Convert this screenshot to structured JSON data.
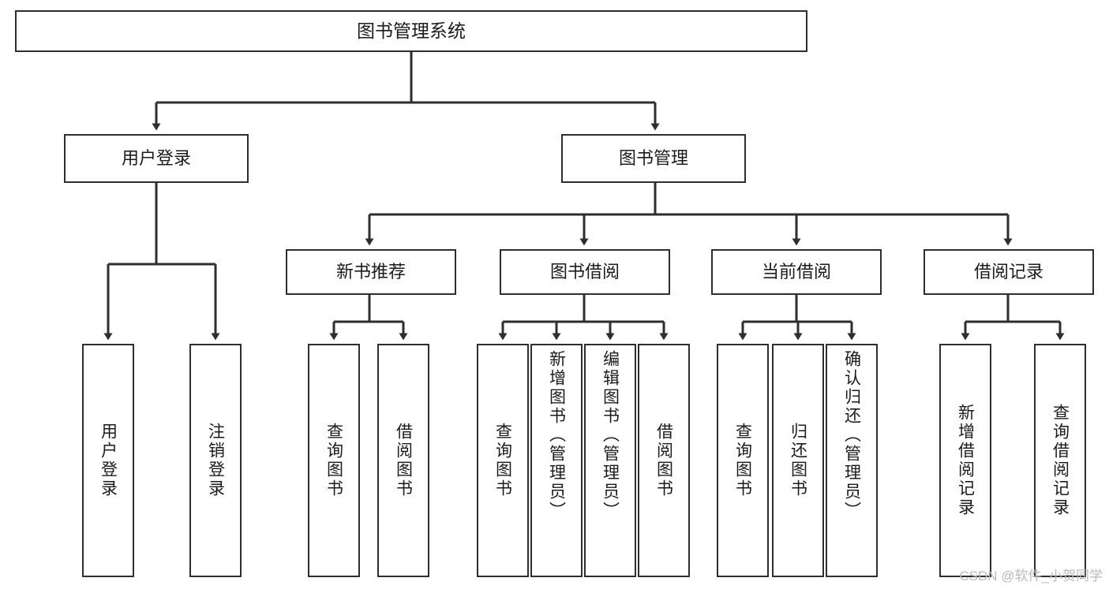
{
  "diagram": {
    "title": "图书管理系统",
    "type": "功能结构图",
    "root": {
      "label": "图书管理系统"
    },
    "level2": [
      {
        "label": "用户登录"
      },
      {
        "label": "图书管理"
      }
    ],
    "level3": [
      {
        "label": "新书推荐"
      },
      {
        "label": "图书借阅"
      },
      {
        "label": "当前借阅"
      },
      {
        "label": "借阅记录"
      }
    ],
    "leaves": {
      "user_login": [
        {
          "label": "用户登录"
        },
        {
          "label": "注销登录"
        }
      ],
      "new_book_recommend": [
        {
          "label": "查询图书"
        },
        {
          "label": "借阅图书"
        }
      ],
      "book_borrow": [
        {
          "label": "查询图书"
        },
        {
          "label": "新增图书（管理员）"
        },
        {
          "label": "编辑图书（管理员）"
        },
        {
          "label": "借阅图书"
        }
      ],
      "current_borrow": [
        {
          "label": "查询图书"
        },
        {
          "label": "归还图书"
        },
        {
          "label": "确认归还（管理员）"
        }
      ],
      "borrow_record": [
        {
          "label": "新增借阅记录"
        },
        {
          "label": "查询借阅记录"
        }
      ]
    }
  },
  "watermark": {
    "text": "CSDN @软件_小贺同学"
  },
  "colors": {
    "stroke": "#2e2e2e",
    "text": "#1b1b1b",
    "background": "#ffffff",
    "watermark": "#b9b9b9"
  }
}
